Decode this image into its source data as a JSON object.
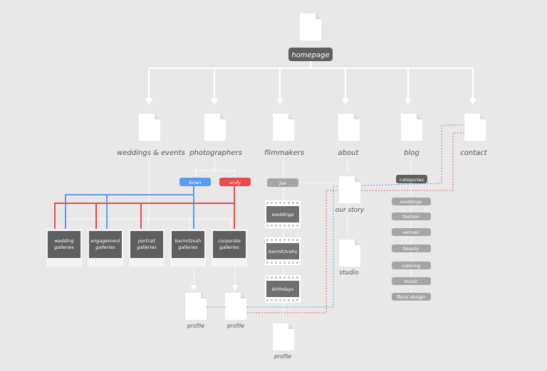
{
  "root": {
    "label": "homepage"
  },
  "sections": {
    "weddings_events": "weddings & events",
    "photographers": "photographers",
    "filmmakers": "flimmakers",
    "about": "about",
    "blog": "blog",
    "contact": "contact"
  },
  "photographers": [
    {
      "name": "brian",
      "color": "#5b9bef"
    },
    {
      "name": "andy",
      "color": "#e84b4b"
    }
  ],
  "galleries": [
    {
      "line1": "wedding",
      "line2": "galleries"
    },
    {
      "line1": "engagement",
      "line2": "galleries"
    },
    {
      "line1": "portrait",
      "line2": "galleries"
    },
    {
      "line1": "barmitzvah",
      "line2": "galleries"
    },
    {
      "line1": "corporate",
      "line2": "galleries"
    }
  ],
  "filmmaker": {
    "name": "joe"
  },
  "films": [
    "weddings",
    "barmitzvahs",
    "birthdays"
  ],
  "about_pages": [
    "our story",
    "studio"
  ],
  "blog": {
    "categories_label": "categories",
    "categories": [
      "weddings",
      "fashion",
      "venues",
      "beauty",
      "catering",
      "music",
      "floral design"
    ]
  },
  "profile_label": "profile",
  "colors": {
    "background": "#e8e8e8",
    "connector": "#ffffff",
    "dark_node": "#5f5f5f",
    "category_pill": "#a5a5a5",
    "blue_link": "#5b9bef",
    "red_link": "#e84b4b"
  }
}
